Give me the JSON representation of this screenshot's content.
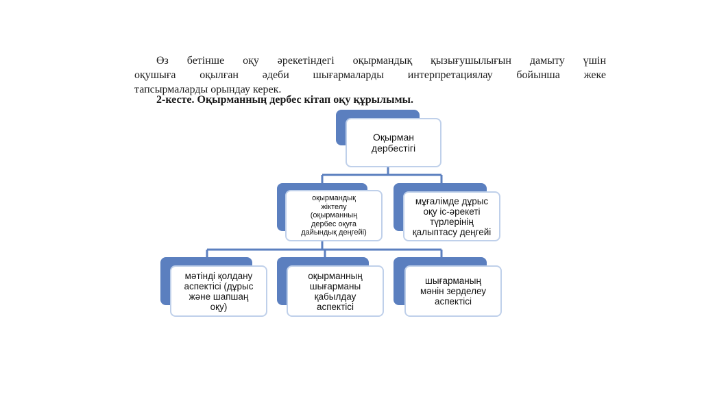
{
  "paragraph": {
    "lines": [
      "Өз бетінше оқу әрекетіндегі оқырмандық қызығушылығын дамыту үшін",
      "оқушыға оқылған әдеби шығармаларды интерпретациялау бойынша жеке",
      "тапсырмаларды орындау керек."
    ]
  },
  "caption": "2-кесте. Оқырманның дербес кітап оқу құрылымы.",
  "diagram": {
    "root": {
      "label": "Оқырман\nдербестігі"
    },
    "level2": [
      {
        "label": "оқырмандық\nжіктелу\n(оқырманның\nдербес оқуға\nдайындық деңгейі)"
      },
      {
        "label": "мұғалімде дұрыс\nоқу іс-әрекеті\nтүрлерінің\nқалыптасу деңгейі"
      }
    ],
    "level3": [
      {
        "label": "мәтінді қолдану\nаспектісі (дұрыс\nжәне шапшаң\nоқу)"
      },
      {
        "label": "оқырманның\nшығарманы\nқабылдау\nаспектісі"
      },
      {
        "label": "шығарманың\nмәнін зерделеу\nаспектісі"
      }
    ],
    "colors": {
      "back_fill": "#5b7fbf",
      "front_border": "#bfd0ea",
      "connector": "#5b7fbf"
    }
  }
}
